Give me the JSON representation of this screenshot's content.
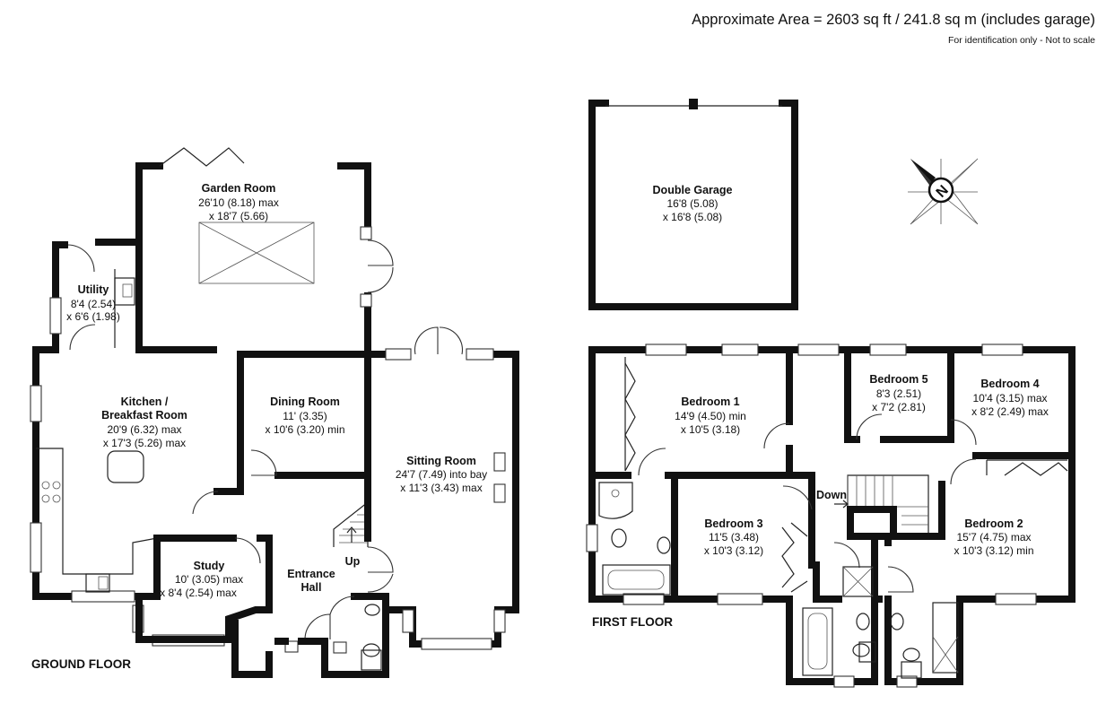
{
  "header": {
    "area": "Approximate Area = 2603 sq ft / 241.8 sq m (includes garage)",
    "note": "For identification only - Not to scale"
  },
  "floors": {
    "ground": "GROUND FLOOR",
    "first": "FIRST FLOOR"
  },
  "rooms": {
    "garden_room": {
      "name": "Garden Room",
      "dim1": "26'10 (8.18) max",
      "dim2": "x 18'7 (5.66)"
    },
    "utility": {
      "name": "Utility",
      "dim1": "8'4 (2.54)",
      "dim2": "x 6'6 (1.98)"
    },
    "kitchen": {
      "name1": "Kitchen /",
      "name2": "Breakfast Room",
      "dim1": "20'9 (6.32) max",
      "dim2": "x 17'3 (5.26) max"
    },
    "dining": {
      "name": "Dining Room",
      "dim1": "11' (3.35)",
      "dim2": "x 10'6 (3.20) min"
    },
    "sitting": {
      "name": "Sitting Room",
      "dim1": "24'7 (7.49) into bay",
      "dim2": "x 11'3 (3.43) max"
    },
    "study": {
      "name": "Study",
      "dim1": "10' (3.05) max",
      "dim2": "x 8'4 (2.54) max"
    },
    "entrance": {
      "name1": "Entrance",
      "name2": "Hall"
    },
    "garage": {
      "name": "Double Garage",
      "dim1": "16'8 (5.08)",
      "dim2": "x 16'8 (5.08)"
    },
    "bed1": {
      "name": "Bedroom 1",
      "dim1": "14'9 (4.50) min",
      "dim2": "x 10'5 (3.18)"
    },
    "bed5": {
      "name": "Bedroom 5",
      "dim1": "8'3 (2.51)",
      "dim2": "x 7'2 (2.81)"
    },
    "bed4": {
      "name": "Bedroom 4",
      "dim1": "10'4 (3.15) max",
      "dim2": "x 8'2 (2.49) max"
    },
    "bed3": {
      "name": "Bedroom 3",
      "dim1": "11'5 (3.48)",
      "dim2": "x 10'3 (3.12)"
    },
    "bed2": {
      "name": "Bedroom 2",
      "dim1": "15'7 (4.75) max",
      "dim2": "x 10'3 (3.12) min"
    }
  },
  "stairs": {
    "up": "Up",
    "down": "Down"
  },
  "compass": {
    "letter": "N",
    "icon": "compass-icon"
  }
}
